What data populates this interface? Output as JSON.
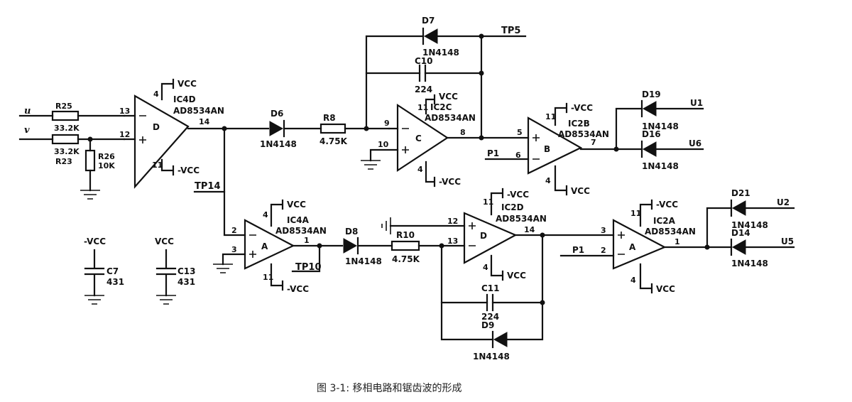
{
  "inputs": {
    "u": "u",
    "v": "v"
  },
  "resistors": {
    "r25": {
      "name": "R25",
      "value": "33.2K"
    },
    "r23": {
      "name": "R23",
      "value": "33.2K"
    },
    "r26": {
      "name": "R26",
      "value": "10K"
    },
    "r8": {
      "name": "R8",
      "value": "4.75K"
    },
    "r10": {
      "name": "R10",
      "value": "4.75K"
    }
  },
  "capacitors": {
    "c10": {
      "name": "C10",
      "value": "224"
    },
    "c11": {
      "name": "C11",
      "value": "224"
    },
    "c7": {
      "name": "C7",
      "value": "431",
      "supply": "-VCC"
    },
    "c13": {
      "name": "C13",
      "value": "431",
      "supply": "VCC"
    }
  },
  "diodes": {
    "d6": {
      "name": "D6",
      "part": "1N4148"
    },
    "d7": {
      "name": "D7",
      "part": "1N4148"
    },
    "d8": {
      "name": "D8",
      "part": "1N4148"
    },
    "d9": {
      "name": "D9",
      "part": "1N4148"
    },
    "d19": {
      "name": "D19",
      "part": "1N4148"
    },
    "d16": {
      "name": "D16",
      "part": "1N4148"
    },
    "d21": {
      "name": "D21",
      "part": "1N4148"
    },
    "d14": {
      "name": "D14",
      "part": "1N4148"
    }
  },
  "opamps": {
    "ic4d": {
      "ref": "IC4D",
      "part": "AD8534AN",
      "letter": "D",
      "pin_minus": "13",
      "pin_plus": "12",
      "pin_out": "14",
      "pin_vcc": "4",
      "pin_vee": "11",
      "vcc": "VCC",
      "vee": "-VCC"
    },
    "ic2c": {
      "ref": "IC2C",
      "part": "AD8534AN",
      "letter": "C",
      "pin_minus": "9",
      "pin_plus": "10",
      "pin_out": "8",
      "pin_vcc": "11",
      "pin_vee": "4",
      "vcc": "VCC",
      "vee": "-VCC"
    },
    "ic2b": {
      "ref": "IC2B",
      "part": "AD8534AN",
      "letter": "B",
      "pin_minus": "6",
      "pin_plus": "5",
      "pin_out": "7",
      "pin_vcc": "11",
      "pin_vee": "4",
      "vcc": "-VCC",
      "vee": "VCC"
    },
    "ic4a": {
      "ref": "IC4A",
      "part": "AD8534AN",
      "letter": "A",
      "pin_minus": "2",
      "pin_plus": "3",
      "pin_out": "1",
      "pin_vcc": "4",
      "pin_vee": "11",
      "vcc": "VCC",
      "vee": "-VCC"
    },
    "ic2d": {
      "ref": "IC2D",
      "part": "AD8534AN",
      "letter": "D",
      "pin_minus": "13",
      "pin_plus": "12",
      "pin_out": "14",
      "pin_vcc": "11",
      "pin_vee": "4",
      "vcc": "-VCC",
      "vee": "VCC"
    },
    "ic2a": {
      "ref": "IC2A",
      "part": "AD8534AN",
      "letter": "A",
      "pin_minus": "2",
      "pin_plus": "3",
      "pin_out": "1",
      "pin_vcc": "11",
      "pin_vee": "4",
      "vcc": "-VCC",
      "vee": "VCC"
    }
  },
  "testpoints": {
    "tp5": "TP5",
    "tp14": "TP14",
    "tp10": "TP10"
  },
  "p1": "P1",
  "outputs": {
    "u1": "U1",
    "u6": "U6",
    "u2": "U2",
    "u5": "U5"
  },
  "caption": "图 3-1: 移相电路和锯齿波的形成"
}
